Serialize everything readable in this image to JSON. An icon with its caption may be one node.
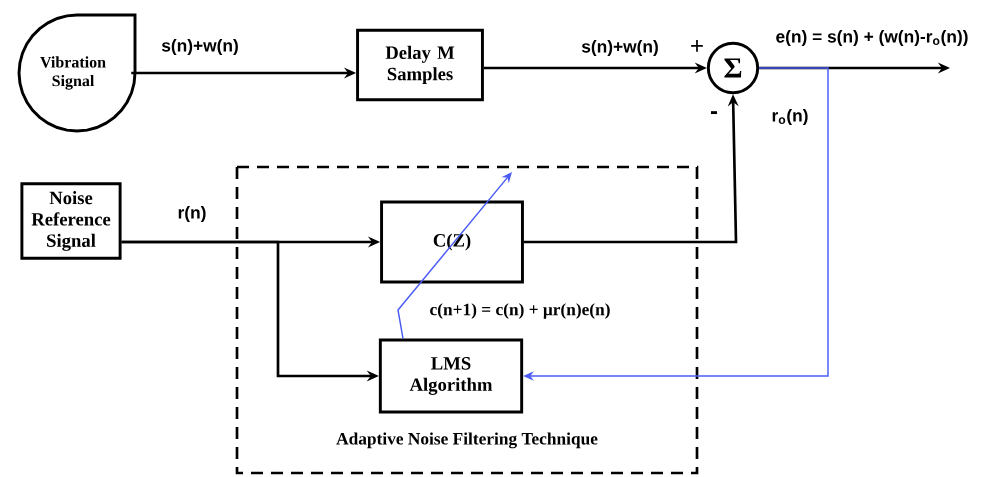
{
  "diagram": {
    "nodes": [
      {
        "text": [
          "Vibration Signal"
        ]
      },
      {
        "text": [
          "Delay M Samples"
        ]
      },
      {
        "text": [
          "Σ"
        ]
      },
      {
        "text": [
          "Noise Reference Signal"
        ]
      },
      {
        "text": [
          "Adaptive Noise Filtering Technique"
        ]
      },
      {
        "text": [
          "C(Z)"
        ],
        "in": 4
      },
      {
        "text": [
          "LMS Algorithm"
        ],
        "in": 4
      }
    ],
    "edges": [
      {
        "from": 0,
        "to": 1,
        "arrow": "to",
        "label": "s(n)+w(n)"
      },
      {
        "from": 1,
        "to": 2,
        "arrow": "to",
        "label": "s(n)+w(n)"
      },
      {
        "from": 2,
        "to": null,
        "arrow": "to",
        "label": "e(n) = s(n) + (w(n)-r$_{o}$(n))"
      },
      {
        "from": 3,
        "to": 5,
        "arrow": "to",
        "label": "r(n)"
      },
      {
        "from": 3,
        "to": 6,
        "arrow": "to"
      },
      {
        "from": 5,
        "to": 2,
        "arrow": "to",
        "label": "r$_{o}$(n)"
      },
      {
        "from": 2,
        "to": 6,
        "arrow": "to",
        "color": "#4a5cf5"
      },
      {
        "from": 6,
        "to": null,
        "arrow": "to",
        "color": "#4a5cf5"
      }
    ],
    "labels": [
      "+",
      "-",
      "c(n+1) = c(n) + μr(n)e(n)"
    ]
  }
}
